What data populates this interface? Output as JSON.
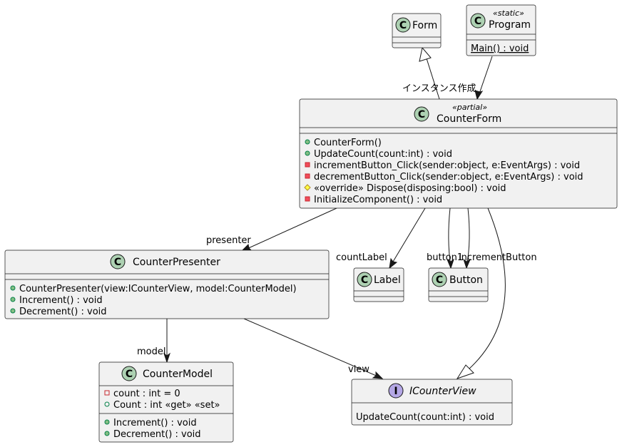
{
  "classes": {
    "form": {
      "name": "Form",
      "badge": "C"
    },
    "program": {
      "name": "Program",
      "badge": "C",
      "stereotype": "«static»",
      "methods": [
        "Main() : void"
      ]
    },
    "counter_form": {
      "name": "CounterForm",
      "badge": "C",
      "stereotype": "«partial»",
      "methods": [
        "CounterForm()",
        "UpdateCount(count:int) : void",
        "incrementButton_Click(sender:object, e:EventArgs) : void",
        "decrementButton_Click(sender:object, e:EventArgs) : void",
        "«override» Dispose(disposing:bool) : void",
        "InitializeComponent() : void"
      ]
    },
    "counter_presenter": {
      "name": "CounterPresenter",
      "badge": "C",
      "methods": [
        "CounterPresenter(view:ICounterView, model:CounterModel)",
        "Increment() : void",
        "Decrement() : void"
      ]
    },
    "label": {
      "name": "Label",
      "badge": "C"
    },
    "button": {
      "name": "Button",
      "badge": "C"
    },
    "counter_model": {
      "name": "CounterModel",
      "badge": "C",
      "fields": [
        "count : int = 0",
        "Count : int «get» «set»"
      ],
      "methods": [
        "Increment() : void",
        "Decrement() : void"
      ]
    },
    "icounter_view": {
      "name": "ICounterView",
      "badge": "I",
      "methods": [
        "UpdateCount(count:int) : void"
      ]
    }
  },
  "edge_labels": {
    "create": "インスタンス作成",
    "presenter": "presenter",
    "count_label": "countLabel",
    "button_1": "button1",
    "increment_button": "incrementButton",
    "model": "model",
    "view": "view"
  },
  "colors": {
    "class_fill": "#f1f1f1",
    "class_badge": "#add1b2",
    "interface_badge": "#b4a7e5",
    "line": "#181818"
  }
}
